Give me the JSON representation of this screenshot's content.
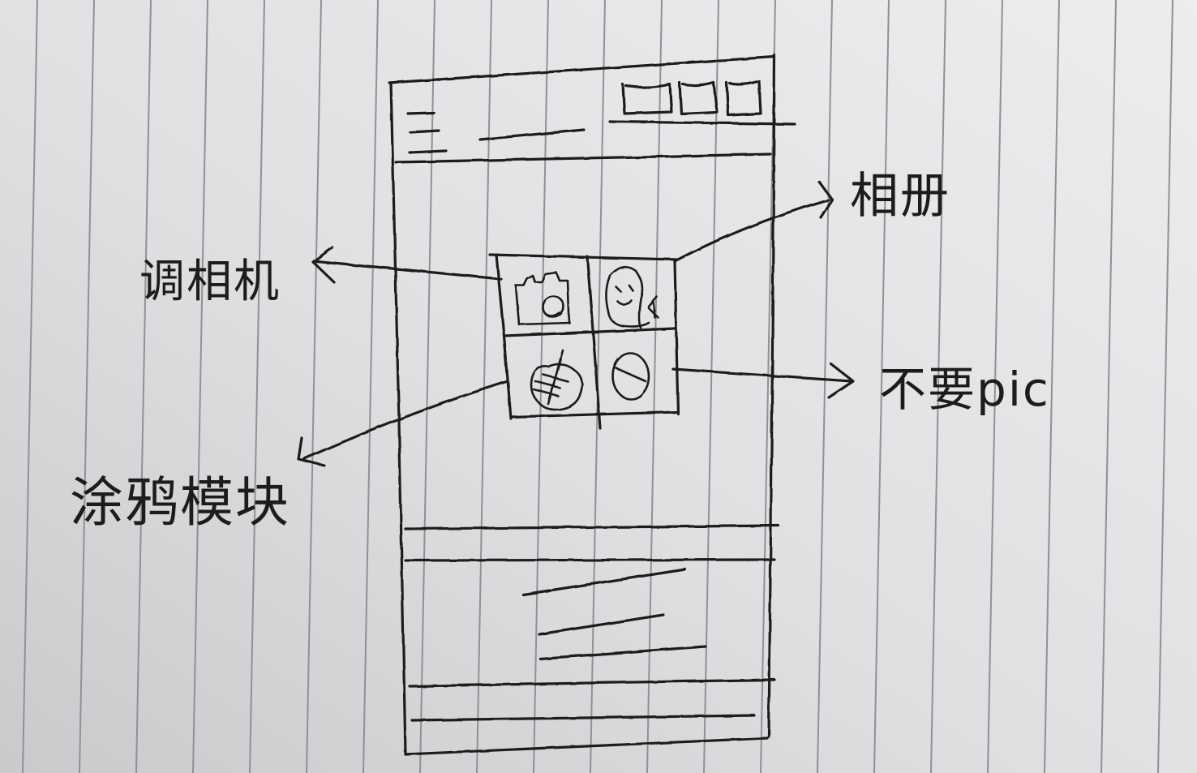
{
  "annotations": {
    "camera_label": "调相机",
    "album_label": "相册",
    "doodle_label": "涂鸦模块",
    "no_pic_label": "不要pic"
  },
  "icons": {
    "menu": "hamburger-menu-icon",
    "header_actions": [
      "square-icon",
      "square-icon",
      "square-icon"
    ],
    "grid": [
      "camera-icon",
      "photo-album-icon",
      "doodle-brush-icon",
      "no-picture-icon"
    ]
  },
  "colors": {
    "paper": "#dcdddf",
    "ruling": "#8f9195",
    "ink": "#1c1c1c"
  }
}
